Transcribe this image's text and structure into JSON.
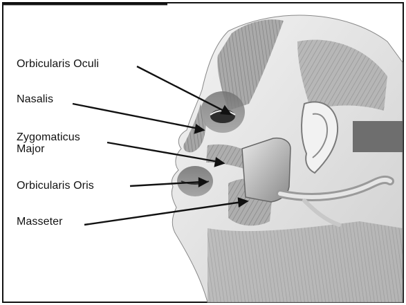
{
  "figure": {
    "labels": [
      {
        "id": "orbicularis-oculi",
        "text": "Orbicularis Oculi"
      },
      {
        "id": "nasalis",
        "text": "Nasalis"
      },
      {
        "id": "zygomaticus-major",
        "lines": [
          "Zygomaticus",
          "Major"
        ]
      },
      {
        "id": "orbicularis-oris",
        "text": "Orbicularis Oris"
      },
      {
        "id": "masseter",
        "text": "Masseter"
      }
    ]
  }
}
